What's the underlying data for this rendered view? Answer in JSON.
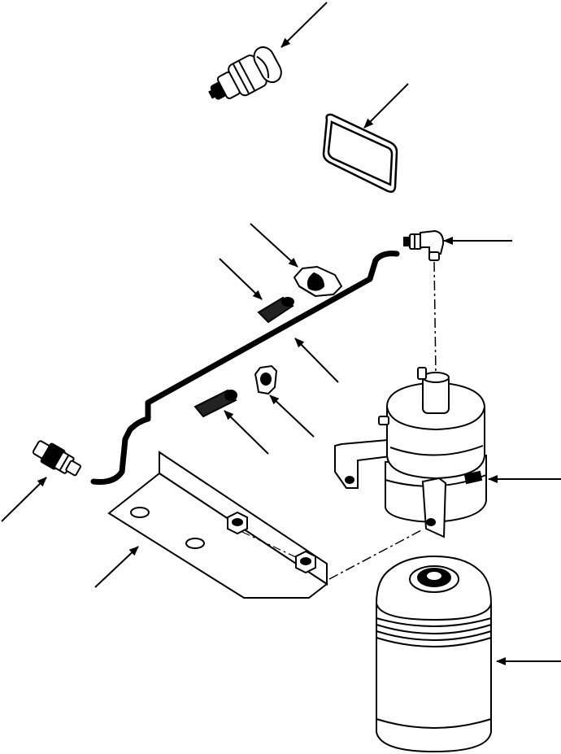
{
  "figure": {
    "kind": "exploded-parts-illustration",
    "line_color": "#000000",
    "background": "#ffffff",
    "callout_style": "leader-arrow-without-numbers"
  },
  "parts": [
    {
      "id": "sender-switch",
      "icon": "pressure-switch-icon"
    },
    {
      "id": "gasket",
      "icon": "rectangular-gasket-icon"
    },
    {
      "id": "elbow-fitting",
      "icon": "elbow-fitting-icon"
    },
    {
      "id": "clip-upper",
      "icon": "tube-clip-icon"
    },
    {
      "id": "grommet-upper",
      "icon": "grommet-icon"
    },
    {
      "id": "fuel-tube",
      "icon": "tube-line-icon"
    },
    {
      "id": "clip-lower",
      "icon": "tube-clip-icon"
    },
    {
      "id": "grommet-lower",
      "icon": "grommet-icon"
    },
    {
      "id": "connector-fitting",
      "icon": "straight-connector-icon"
    },
    {
      "id": "mounting-bracket",
      "icon": "mounting-bracket-icon"
    },
    {
      "id": "filter-head",
      "icon": "filter-head-icon"
    },
    {
      "id": "filter-element",
      "icon": "spin-on-filter-icon"
    }
  ]
}
